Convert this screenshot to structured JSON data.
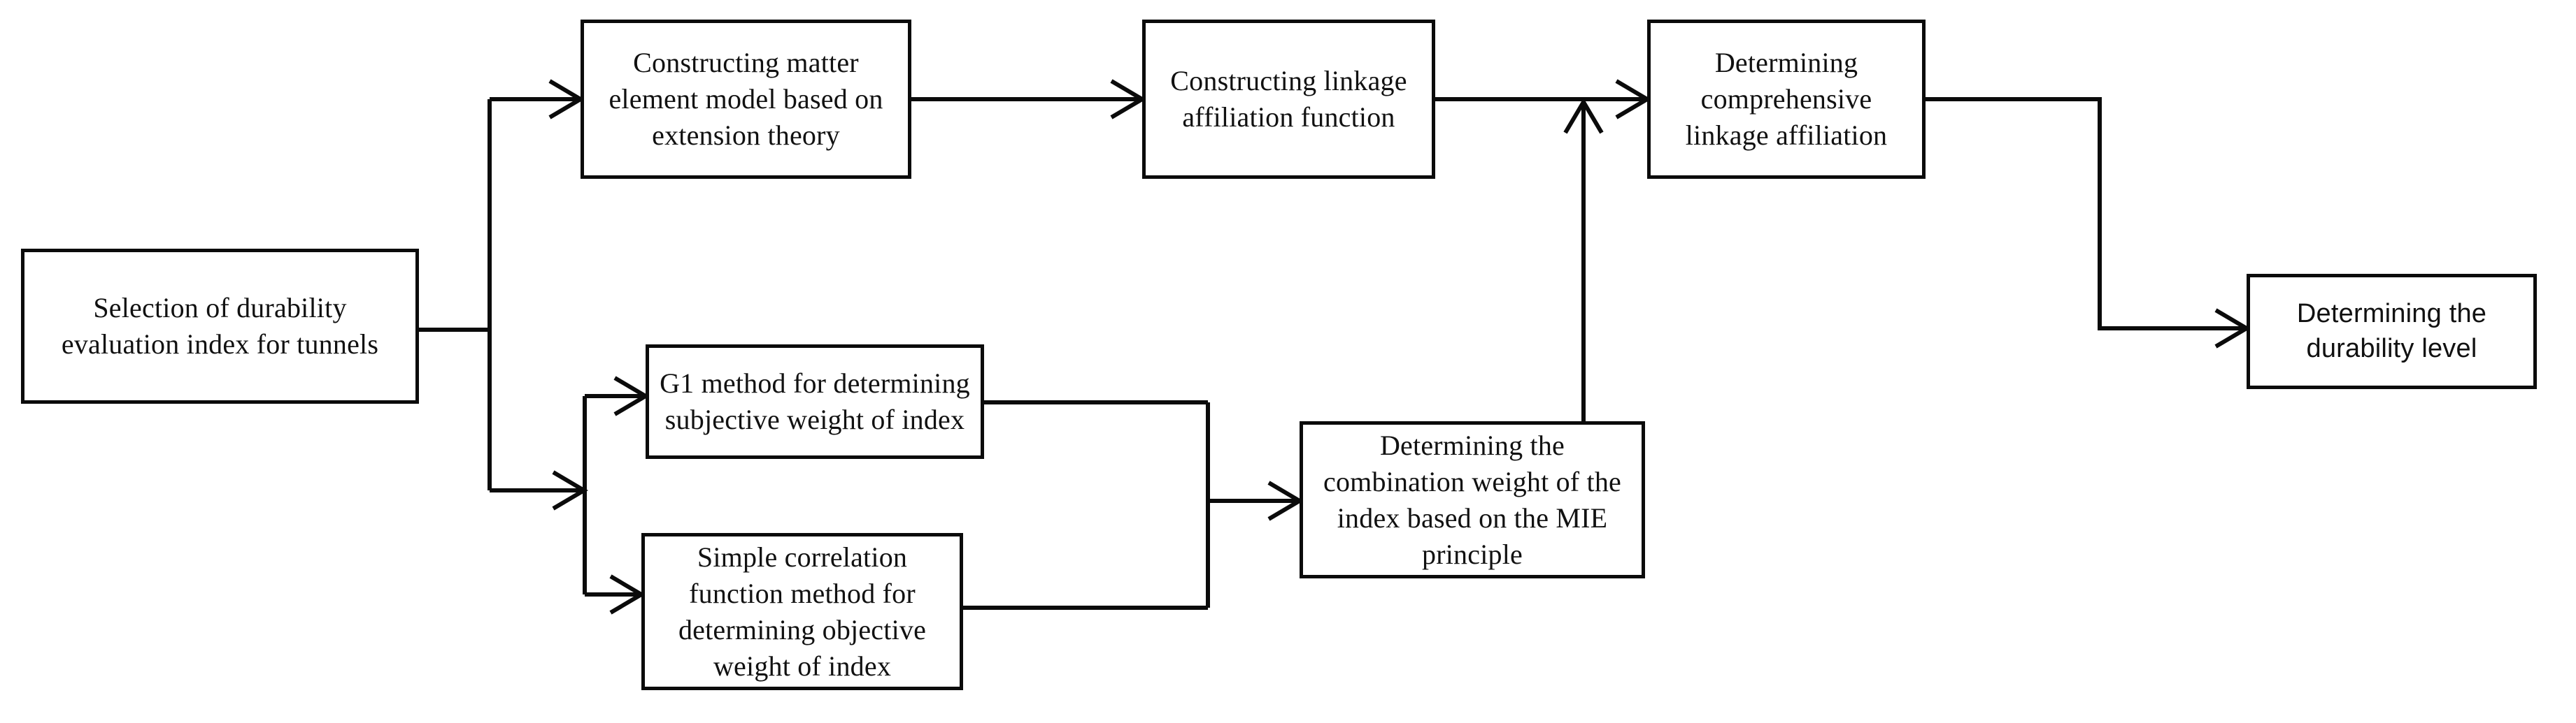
{
  "diagram": {
    "title_text": "",
    "stroke_color": "#0b0b0b",
    "background_color": "#ffffff",
    "nodes": [
      {
        "id": "n1",
        "label": "Selection of durability evaluation index for tunnels"
      },
      {
        "id": "n2",
        "label": "Constructing matter element model based on extension theory"
      },
      {
        "id": "n3",
        "label": "Constructing linkage affiliation function"
      },
      {
        "id": "n4",
        "label": "Determining comprehensive linkage affiliation"
      },
      {
        "id": "n5",
        "label": "Determining the durability level"
      },
      {
        "id": "n6",
        "label": "G1 method for determining subjective weight of index"
      },
      {
        "id": "n7",
        "label": "Simple correlation function method for determining objective weight of index"
      },
      {
        "id": "n8",
        "label": "Determining the combination weight of the index based on the MIE principle"
      }
    ],
    "edges": [
      {
        "from": "n1",
        "to": "n2",
        "arrow": true
      },
      {
        "from": "n2",
        "to": "n3",
        "arrow": true
      },
      {
        "from": "n3",
        "to": "n4",
        "arrow": true
      },
      {
        "from": "n4",
        "to": "n5",
        "arrow": true
      },
      {
        "from": "n1",
        "to": "split-weights",
        "arrow": true
      },
      {
        "from": "split-weights",
        "to": "n6",
        "arrow": true
      },
      {
        "from": "split-weights",
        "to": "n7",
        "arrow": true
      },
      {
        "from": "n6",
        "to": "n8",
        "arrow": true
      },
      {
        "from": "n7",
        "to": "n8",
        "arrow": true
      },
      {
        "from": "n8",
        "to": "n3-to-n4-link",
        "arrow": true
      }
    ]
  }
}
